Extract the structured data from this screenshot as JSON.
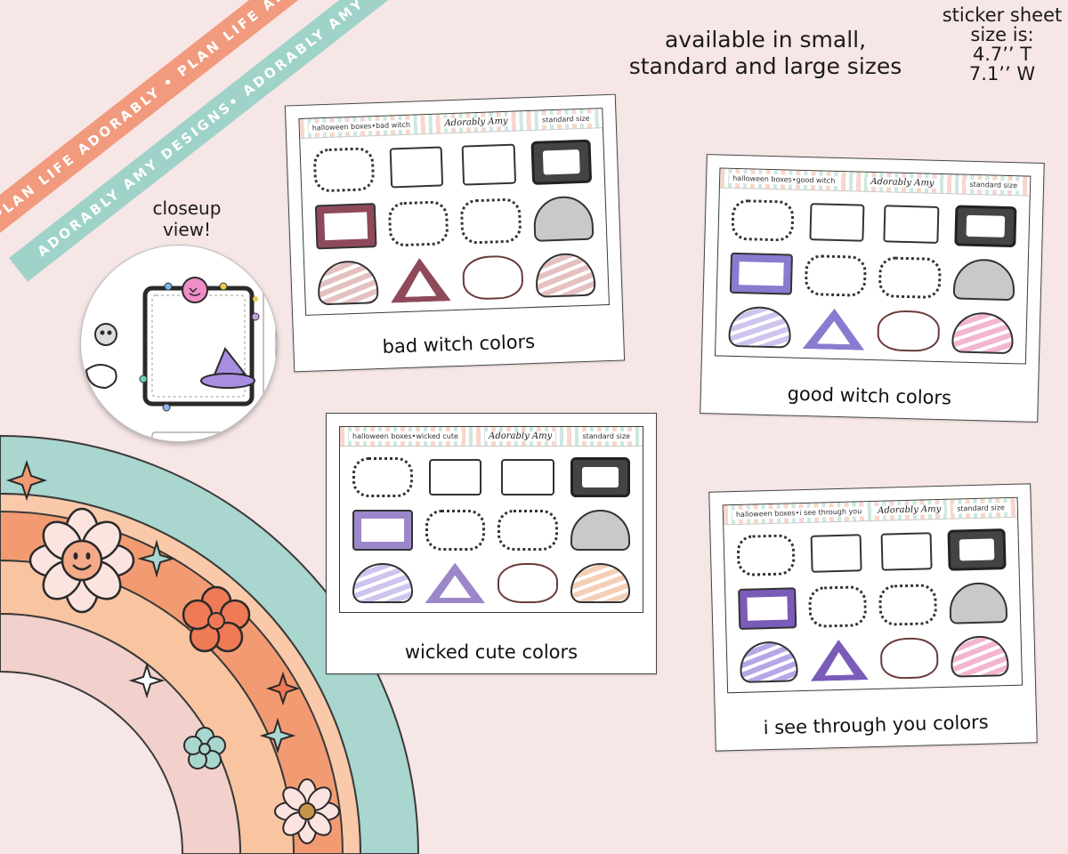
{
  "ribbons": [
    {
      "text": "PLAN LIFE ADORABLY • PLAN LIFE ADORABLY • PLAN LIFE ADORABLY •",
      "color": "#f19a7d"
    },
    {
      "text": "ADORABLY AMY DESIGNS• ADORABLY AMY DESIGNS• ADORABLY AMY DESIGNS•",
      "color": "#9fd3c9"
    }
  ],
  "header": {
    "line1": "available in small,",
    "line2": "standard and large sizes"
  },
  "size_info": {
    "line1": "sticker sheet",
    "line2": "size is:",
    "line3": "4.7’’ T",
    "line4": "7.1’’ W"
  },
  "closeup": {
    "line1": "closeup",
    "line2": "view!"
  },
  "sheets": [
    {
      "header_label": "halloween boxes•bad witch",
      "logo": "Adorably Amy",
      "size_label": "standard size",
      "caption": "bad witch colors",
      "accent": "#8e4a5a",
      "hat": "#e4c0c0"
    },
    {
      "header_label": "halloween boxes•good witch",
      "logo": "Adorably Amy",
      "size_label": "standard size",
      "caption": "good witch colors",
      "accent": "#8a7bd1",
      "hat": "#cfc4ee"
    },
    {
      "header_label": "halloween boxes•wicked cute",
      "logo": "Adorably Amy",
      "size_label": "standard size",
      "caption": "wicked cute colors",
      "accent": "#9b87c9",
      "hat": "#f4cfb6"
    },
    {
      "header_label": "halloween boxes•i see through you",
      "logo": "Adorably Amy",
      "size_label": "standard size",
      "caption": "i see through you colors",
      "accent": "#7b5bb8",
      "hat": "#f3b5cf"
    }
  ],
  "colors": {
    "background": "#f7e6e6",
    "rainbow_outer": "#a9d6ce",
    "rainbow_mid": "#f29b72",
    "rainbow_light": "#f9c9aa",
    "rainbow_inner": "#f2d0cb"
  }
}
